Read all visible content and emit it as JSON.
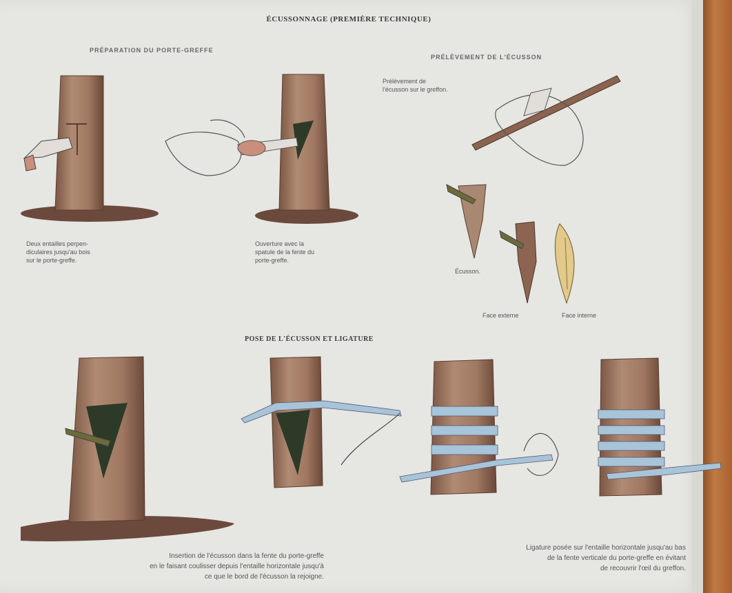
{
  "main_title": "ÉCUSSONNAGE (PREMIÈRE TECHNIQUE)",
  "section1": {
    "title": "PRÉPARATION DU PORTE-GREFFE",
    "caption_left": "Deux entailles perpen-\ndiculaires jusqu'au bois\nsur le porte-greffe.",
    "caption_right": "Ouverture avec la\nspatule de la fente du\nporte-greffe."
  },
  "section2": {
    "title": "PRÉLÈVEMENT DE L'ÉCUSSON",
    "caption_top": "Prélèvement de\nl'écusson sur le greffon.",
    "label_ecusson": "Écusson.",
    "label_external": "Face externe",
    "label_internal": "Face interne"
  },
  "section3": {
    "title": "POSE DE L'ÉCUSSON ET LIGATURE",
    "caption_left": "Insertion de l'écusson dans la fente du porte-greffe\nen le faisant coulisser depuis l'entaille horizontale jusqu'à\nce que le bord de l'écusson la rejoigne.",
    "caption_right": "Ligature posée sur l'entaille horizontale jusqu'au bas\nde la fente verticale du porte-greffe en évitant\nde recouvrir l'œil du greffon."
  },
  "colors": {
    "page": "#e6e6e2",
    "bark": "#a17a62",
    "bark_dark": "#6e4b3a",
    "ground": "#6b4a3d",
    "ligature": "#a8c4d8",
    "text": "#3b3b3b"
  }
}
